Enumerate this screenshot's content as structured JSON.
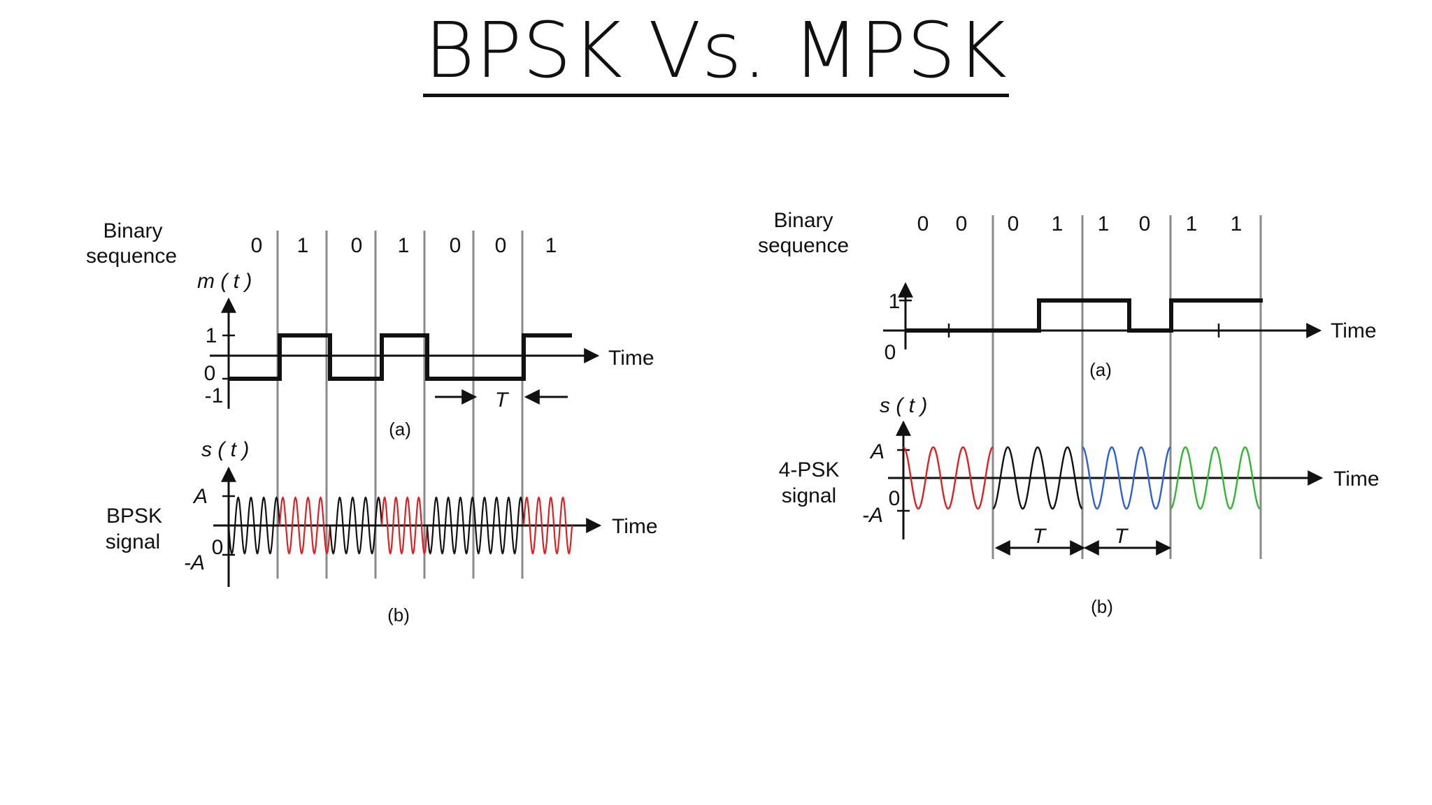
{
  "title": "BPSK Vs. MPSK",
  "colors": {
    "black": "#111111",
    "red": "#e02020",
    "blue": "#2a5fd6",
    "green": "#2db82d",
    "divider": "#8a8a8a"
  },
  "left": {
    "binary_label_1": "Binary",
    "binary_label_2": "sequence",
    "bits": [
      "0",
      "1",
      "0",
      "1",
      "0",
      "0",
      "1"
    ],
    "mt_label": "m ( t )",
    "y_1": "1",
    "y_0": "0",
    "y_neg1": "-1",
    "time": "Time",
    "period": "T",
    "caption_a": "(a)",
    "st_label": "s  ( t )",
    "amp_pos": "A",
    "amp_neg": "-A",
    "zero": "0",
    "signal_label_1": "BPSK",
    "signal_label_2": "signal",
    "time_b": "Time",
    "caption_b": "(b)"
  },
  "right": {
    "binary_label_1": "Binary",
    "binary_label_2": "sequence",
    "bits": [
      "0",
      "0",
      "0",
      "1",
      "1",
      "0",
      "1",
      "1"
    ],
    "y_1": "1",
    "y_0": "0",
    "time": "Time",
    "caption_a": "(a)",
    "st_label": "s  ( t )",
    "amp_pos": "A",
    "amp_neg": "-A",
    "zero": "0",
    "signal_label_1": "4-PSK",
    "signal_label_2": "signal",
    "time_b": "Time",
    "period_1": "T",
    "period_2": "T",
    "caption_b": "(b)"
  }
}
